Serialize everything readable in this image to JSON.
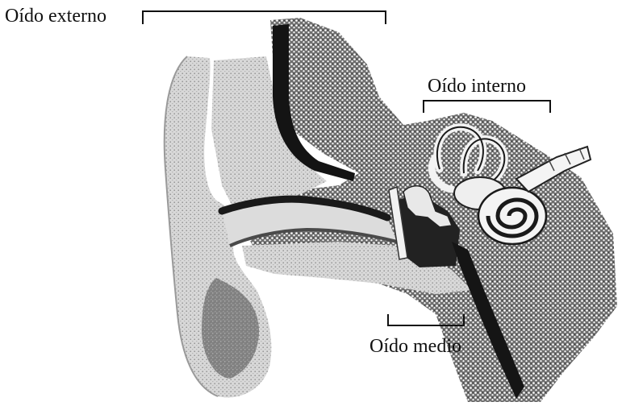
{
  "diagram": {
    "labels": {
      "outer_ear": "Oído externo",
      "inner_ear": "Oído interno",
      "middle_ear": "Oído medio"
    },
    "colors": {
      "ink": "#111111",
      "background": "#ffffff",
      "stipple_light": "#c9c9c9",
      "stipple_mid": "#8a8a8a",
      "stipple_dark": "#2b2b2b"
    }
  }
}
